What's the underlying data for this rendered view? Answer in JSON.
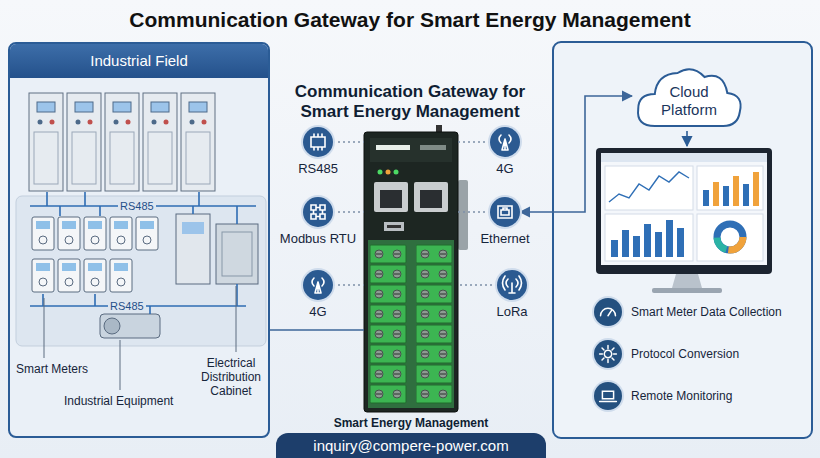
{
  "diagram": {
    "title": "Communication Gateway for Smart Energy Management",
    "nodes": [
      {
        "text": [
          "Industrial Field"
        ]
      },
      {
        "text": [
          "RS485"
        ]
      },
      {
        "text": [
          "Modbus RTU"
        ]
      },
      {
        "text": [
          "4G"
        ]
      },
      {
        "text": [
          "Smart Energy Management"
        ]
      },
      {
        "text": [
          "4G"
        ]
      },
      {
        "text": [
          "Ethernet"
        ]
      },
      {
        "text": [
          "LoRa"
        ]
      },
      {
        "text": [
          "Cloud Platform"
        ]
      },
      {
        "text": [
          "Smart Meter Data Collection"
        ]
      },
      {
        "text": [
          "Protocol Conversion"
        ]
      },
      {
        "text": [
          "Remote Monitoring"
        ]
      },
      {
        "text": [
          "inquiry@compere-power.com"
        ]
      }
    ],
    "edges": [
      {
        "from": 1,
        "to": 4,
        "arrow": "none"
      },
      {
        "from": 2,
        "to": 4,
        "arrow": "none"
      },
      {
        "from": 3,
        "to": 4,
        "arrow": "none"
      },
      {
        "from": 5,
        "to": 4,
        "arrow": "none"
      },
      {
        "from": 6,
        "to": 4,
        "arrow": "none"
      },
      {
        "from": 7,
        "to": 4,
        "arrow": "none"
      },
      {
        "from": 0,
        "to": 4,
        "arrow": "none"
      },
      {
        "from": 6,
        "to": 8,
        "arrow": "both"
      }
    ],
    "labels": [
      "Communication Gateway for Smart Energy Management",
      "RS485",
      "RS485",
      "Smart Meters",
      "Industrial Equipment",
      "Electrical Distribution Cabinet"
    ]
  }
}
